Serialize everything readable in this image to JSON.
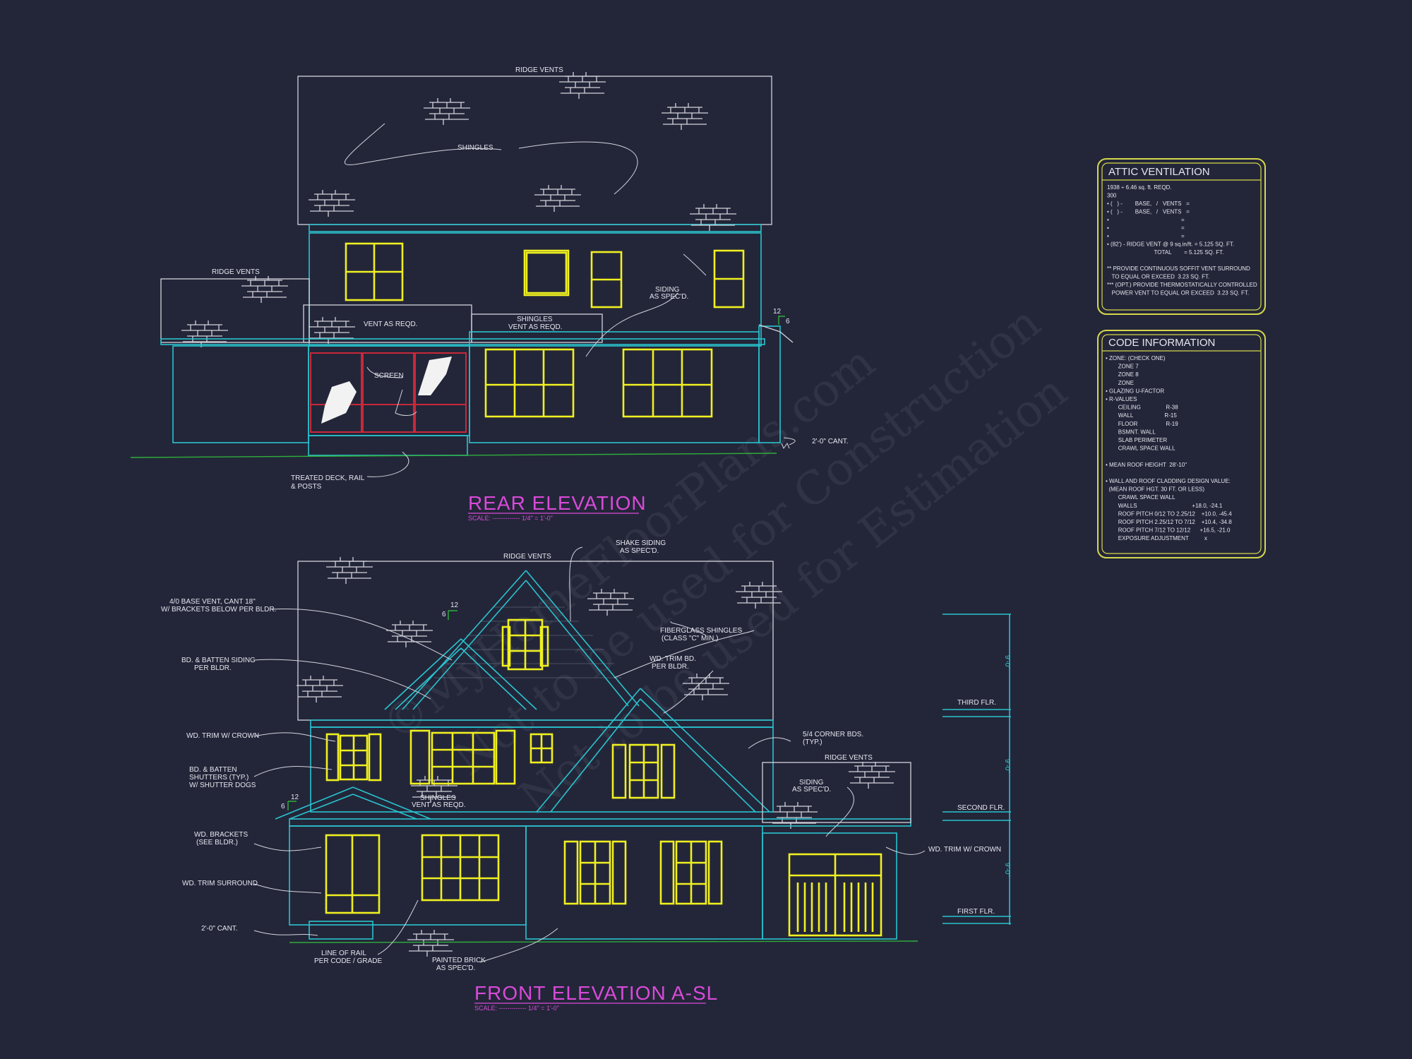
{
  "colors": {
    "background": "#232639",
    "lines": "#d4d4dc",
    "cyan": "#2ac3cf",
    "windows": "#f0f020",
    "titles": "#d94ad9",
    "grade": "#2fae3a",
    "screen": "#c8283a",
    "boxes": "#d6d84a"
  },
  "watermark": [
    "©MyHomeFloorPlans.com",
    "Not to be used for Construction",
    "Not to be used for Estimation"
  ],
  "rear": {
    "title": "REAR ELEVATION",
    "scale": "SCALE: ------------- 1/4\" = 1'-0\"",
    "ridge_vents_top": "RIDGE VENTS",
    "shingles": "SHINGLES",
    "ridge_vents_left": "RIDGE VENTS",
    "vent_as_reqd": "VENT AS REQD.",
    "shingles_vent": [
      "SHINGLES",
      "VENT AS REQD."
    ],
    "siding": [
      "SIDING",
      "AS SPEC'D."
    ],
    "screen": "SCREEN",
    "deck": [
      "TREATED DECK, RAIL",
      "& POSTS"
    ],
    "cant": "2'-0\" CANT.",
    "pitch": [
      "12",
      "6"
    ]
  },
  "front": {
    "title": "FRONT ELEVATION A-SL",
    "scale": "SCALE: ------------- 1/4\" = 1'-0\"",
    "ridge_vents_top": "RIDGE VENTS",
    "shake_siding": [
      "SHAKE SIDING",
      "AS SPEC'D."
    ],
    "base_vent": [
      "4/0 BASE VENT, CANT 18\"",
      "W/ BRACKETS BELOW PER BLDR."
    ],
    "fiberglass": [
      "FIBERGLASS SHINGLES",
      "(CLASS \"C\" MIN.)"
    ],
    "batten_siding": [
      "BD. & BATTEN SIDING",
      "PER BLDR."
    ],
    "trim_bd": [
      "WD. TRIM BD.",
      "PER BLDR."
    ],
    "trim_crown_left": "WD. TRIM W/ CROWN",
    "corner_bds": [
      "5/4 CORNER BDS.",
      "(TYP.)"
    ],
    "shutters": [
      "BD. & BATTEN",
      "SHUTTERS (TYP.)",
      "W/ SHUTTER DOGS"
    ],
    "ridge_vents_garage": "RIDGE VENTS",
    "siding": [
      "SIDING",
      "AS SPEC'D."
    ],
    "shingles_vent": [
      "SHINGLES",
      "VENT AS REQD."
    ],
    "brackets": [
      "WD. BRACKETS",
      "(SEE BLDR.)"
    ],
    "trim_crown_right": "WD. TRIM W/ CROWN",
    "trim_surround": "WD. TRIM SURROUND",
    "cant": "2'-0\" CANT.",
    "rail": [
      "LINE OF RAIL",
      "PER CODE / GRADE"
    ],
    "brick": [
      "PAINTED BRICK",
      "AS SPEC'D."
    ],
    "floors": [
      "THIRD FLR.",
      "SECOND FLR.",
      "FIRST FLR."
    ],
    "dims": [
      "9'-0\"",
      "9'-0\"",
      "9'-0\""
    ],
    "pitch_main": [
      "12",
      "6"
    ],
    "pitch_porch": [
      "12",
      "6"
    ]
  },
  "attic": {
    "title": "ATTIC VENTILATION",
    "lines": [
      "1938 ÷ 6.46 sq. ft. REQD.",
      "300",
      "• (   ) -        BASE,   /   VENTS   =",
      "• (   ) -        BASE,   /   VENTS   =",
      "•                                              =",
      "•                                              =",
      "•                                              =",
      "• (82') - RIDGE VENT @ 9 sq.in/ft. = 5.125 SQ. FT.",
      "                              TOTAL        = 5.125 SQ. FT.",
      "",
      "** PROVIDE CONTINUOUS SOFFIT VENT SURROUND",
      "   TO EQUAL OR EXCEED  3.23 SQ. FT.",
      "*** (OPT.) PROVIDE THERMOSTATICALLY CONTROLLED",
      "   POWER VENT TO EQUAL OR EXCEED  3.23 SQ. FT."
    ]
  },
  "code": {
    "title": "CODE INFORMATION",
    "lines": [
      "• ZONE: (CHECK ONE)",
      "        ZONE 7",
      "        ZONE 8",
      "        ZONE",
      "• GLAZING U-FACTOR",
      "• R-VALUES",
      "        CEILING                R-38",
      "        WALL                    R-15",
      "        FLOOR                  R-19",
      "        BSMNT. WALL",
      "        SLAB PERIMETER",
      "        CRAWL SPACE WALL",
      "",
      "• MEAN ROOF HEIGHT  28'-10\"",
      "",
      "• WALL AND ROOF CLADDING DESIGN VALUE:",
      "  (MEAN ROOF HGT. 30 FT. OR LESS)",
      "        CRAWL SPACE WALL",
      "        WALLS                                   +18.0, -24.1",
      "        ROOF PITCH 0/12 TO 2.25/12    +10.0, -45.4",
      "        ROOF PITCH 2.25/12 TO 7/12    +10.4, -34.8",
      "        ROOF PITCH 7/12 TO 12/12      +16.5, -21.0",
      "        EXPOSURE ADJUSTMENT          x"
    ]
  }
}
